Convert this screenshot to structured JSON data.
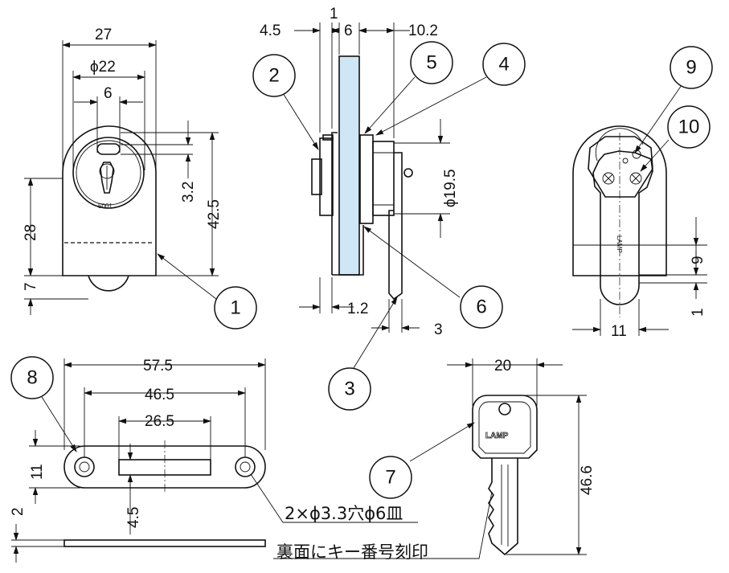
{
  "dimensions": {
    "front_width": "27",
    "front_bore_diameter": "ϕ22",
    "front_key_slot": "6",
    "front_offset": "3.2",
    "front_height_total": "42.5",
    "front_height_body": "28",
    "front_bottom": "7",
    "side_left_offset": "4.5",
    "side_glass_gap": "1",
    "side_glass_thickness": "6",
    "side_right_length": "10.2",
    "side_cylinder_diameter": "ϕ19.5",
    "side_bottom_gap": "1.2",
    "side_cam_thickness": "3",
    "rear_cam_offset": "9",
    "rear_cam_gap": "1",
    "rear_cam_width": "11",
    "plate_length": "57.5",
    "plate_hole_pitch": "46.5",
    "plate_slot_length": "26.5",
    "plate_width": "11",
    "plate_slot_width": "4.5",
    "plate_thickness": "2",
    "key_width": "20",
    "key_length": "46.6"
  },
  "notes": {
    "holes": "2×ϕ3.3穴ϕ6皿",
    "key_number": "裏面にキー番号刻印"
  },
  "markings": {
    "cylinder_code": "5001",
    "key_brand": "LAMP",
    "cam_brand": "LAMP"
  },
  "balloons": [
    "1",
    "2",
    "3",
    "4",
    "5",
    "6",
    "7",
    "8",
    "9",
    "10"
  ]
}
